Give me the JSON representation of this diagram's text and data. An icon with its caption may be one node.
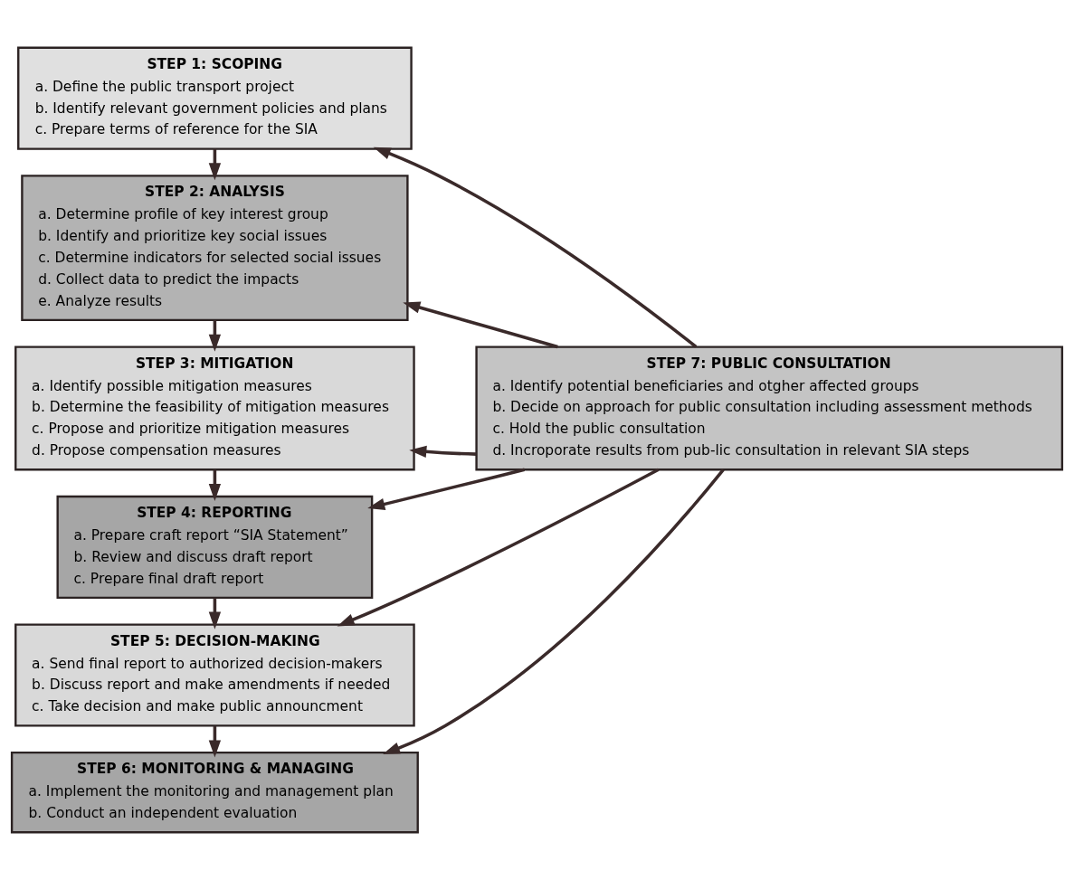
{
  "diagram": {
    "nodes": [
      {
        "text": [
          "STEP 1: SCOPING",
          "a. Define the public transport project",
          "b. Identify relevant government policies and plans",
          "c. Prepare terms of reference for the SIA"
        ]
      },
      {
        "text": [
          "STEP 2: ANALYSIS",
          "a. Determine profile of key interest group",
          "b. Identify and prioritize key social issues",
          "c. Determine indicators for selected social issues",
          "d. Collect data to predict the impacts",
          "e. Analyze results"
        ]
      },
      {
        "text": [
          "STEP 3: MITIGATION",
          "a. Identify possible mitigation measures",
          "b. Determine the feasibility of mitigation measures",
          "c. Propose and prioritize mitigation measures",
          "d. Propose compensation measures"
        ]
      },
      {
        "text": [
          "STEP 4: REPORTING",
          "a. Prepare craft report “SIA Statement”",
          "b. Review and discuss draft report",
          "c. Prepare final draft report"
        ]
      },
      {
        "text": [
          "STEP 5: DECISION-MAKING",
          "a. Send final report to authorized decision-makers",
          "b. Discuss report and make amendments if needed",
          "c. Take decision and make public announcment"
        ]
      },
      {
        "text": [
          "STEP 6: MONITORING & MANAGING",
          "a. Implement the monitoring and management plan",
          "b. Conduct an independent evaluation"
        ]
      },
      {
        "text": [
          "STEP 7: PUBLIC CONSULTATION",
          "a. Identify potential beneficiaries and otgher affected groups",
          "b. Decide on approach for public consultation including assessment methods",
          "c. Hold the public consultation",
          "d. Incroporate results from pub-lic consultation in relevant SIA steps"
        ]
      }
    ],
    "edges": [
      {
        "from": 0,
        "to": 1,
        "arrow": "to"
      },
      {
        "from": 1,
        "to": 2,
        "arrow": "to"
      },
      {
        "from": 2,
        "to": 3,
        "arrow": "to"
      },
      {
        "from": 3,
        "to": 4,
        "arrow": "to"
      },
      {
        "from": 4,
        "to": 5,
        "arrow": "to"
      },
      {
        "from": 6,
        "to": 0,
        "arrow": "to"
      },
      {
        "from": 6,
        "to": 1,
        "arrow": "to"
      },
      {
        "from": 6,
        "to": 2,
        "arrow": "to"
      },
      {
        "from": 6,
        "to": 3,
        "arrow": "to"
      },
      {
        "from": 6,
        "to": 4,
        "arrow": "to"
      },
      {
        "from": 6,
        "to": 5,
        "arrow": "to"
      }
    ]
  }
}
